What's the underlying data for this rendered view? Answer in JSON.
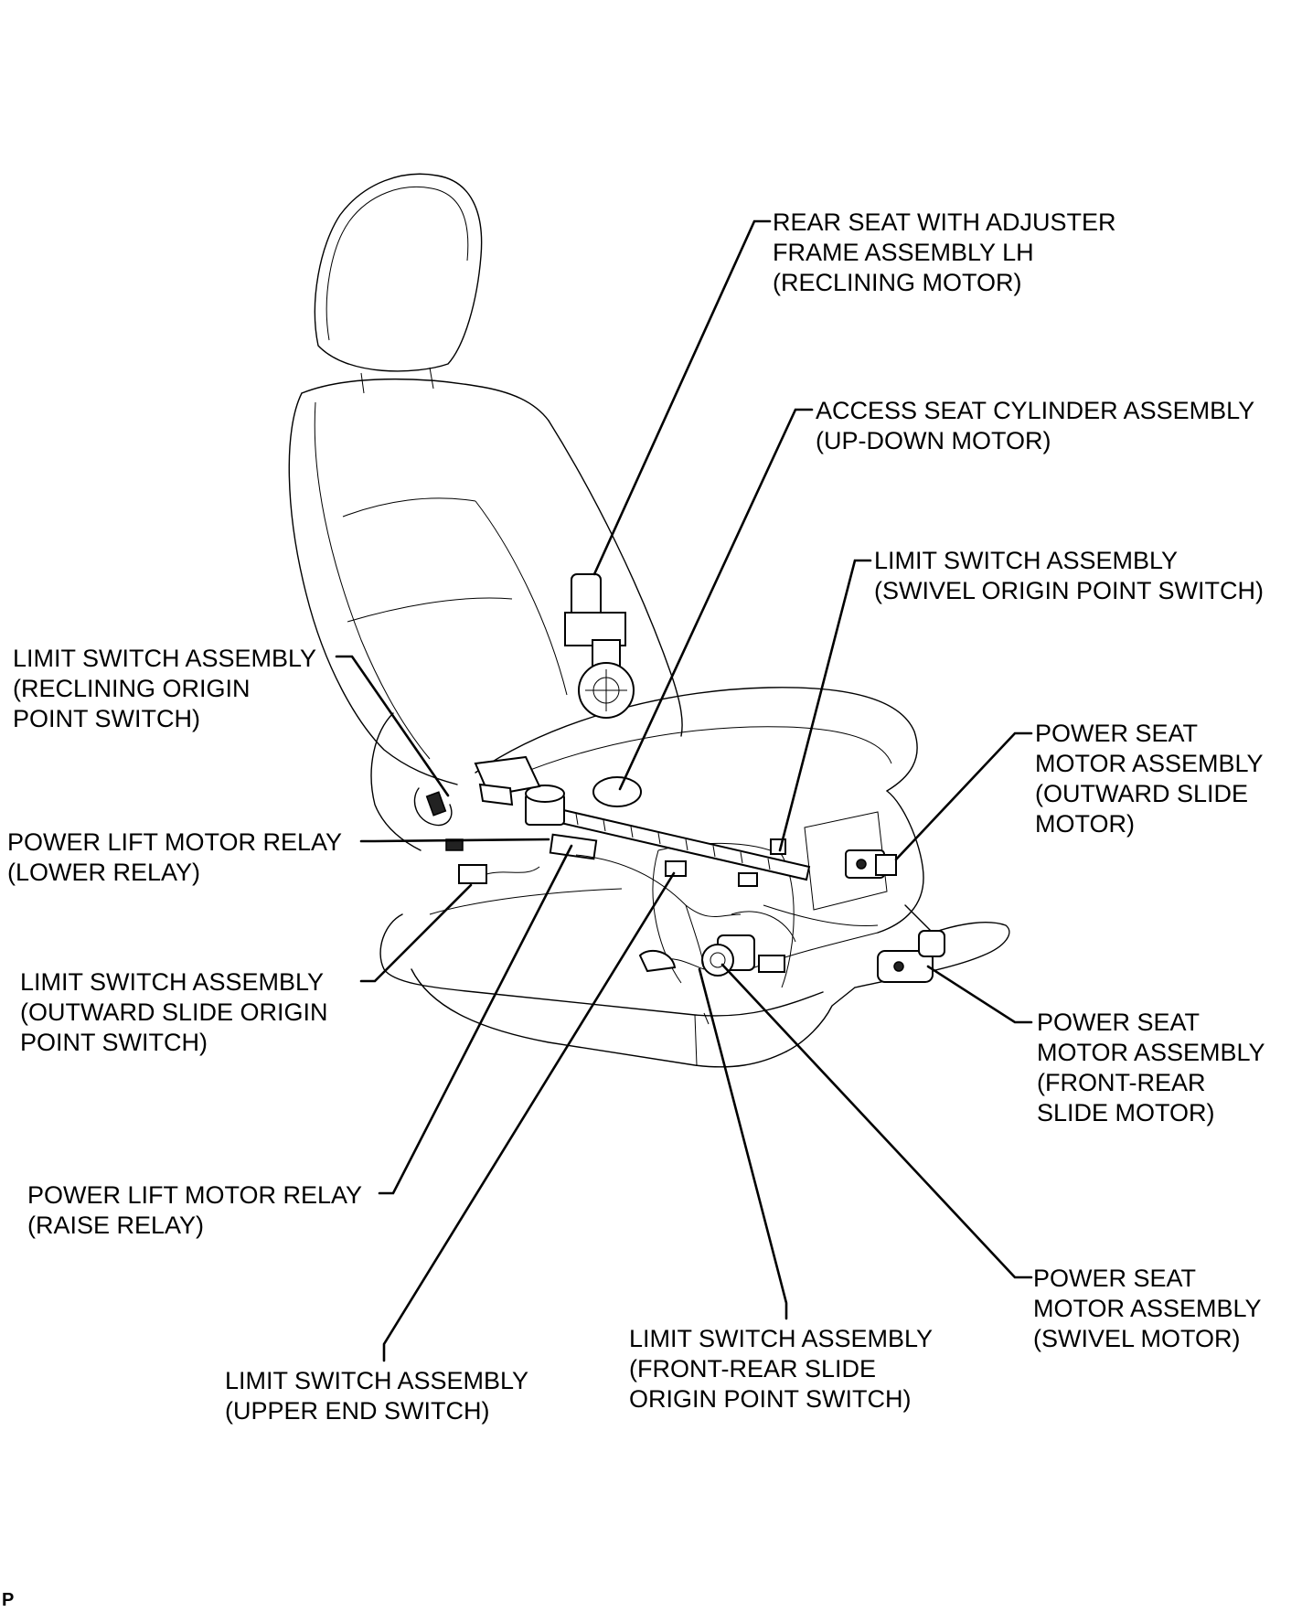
{
  "figure_code": "P",
  "callouts": [
    {
      "id": "reclining-motor",
      "lines": [
        "REAR SEAT WITH ADJUSTER",
        "FRAME ASSEMBLY LH",
        "(RECLINING MOTOR)"
      ]
    },
    {
      "id": "up-down-motor",
      "lines": [
        "ACCESS SEAT CYLINDER ASSEMBLY",
        "(UP-DOWN MOTOR)"
      ]
    },
    {
      "id": "swivel-origin-switch",
      "lines": [
        "LIMIT SWITCH ASSEMBLY",
        "(SWIVEL ORIGIN POINT SWITCH)"
      ]
    },
    {
      "id": "reclining-origin-switch",
      "lines": [
        "LIMIT SWITCH ASSEMBLY",
        "(RECLINING ORIGIN",
        "POINT SWITCH)"
      ]
    },
    {
      "id": "outward-slide-motor",
      "lines": [
        "POWER SEAT",
        "MOTOR ASSEMBLY",
        "(OUTWARD SLIDE",
        "MOTOR)"
      ]
    },
    {
      "id": "lower-relay",
      "lines": [
        "POWER LIFT MOTOR RELAY",
        "(LOWER RELAY)"
      ]
    },
    {
      "id": "outward-slide-origin-switch",
      "lines": [
        "LIMIT SWITCH ASSEMBLY",
        "(OUTWARD SLIDE ORIGIN",
        "POINT SWITCH)"
      ]
    },
    {
      "id": "front-rear-slide-motor",
      "lines": [
        "POWER SEAT",
        "MOTOR ASSEMBLY",
        "(FRONT-REAR",
        "SLIDE MOTOR)"
      ]
    },
    {
      "id": "raise-relay",
      "lines": [
        "POWER LIFT MOTOR RELAY",
        "(RAISE RELAY)"
      ]
    },
    {
      "id": "swivel-motor",
      "lines": [
        "POWER SEAT",
        "MOTOR ASSEMBLY",
        "(SWIVEL MOTOR)"
      ]
    },
    {
      "id": "front-rear-slide-origin-switch",
      "lines": [
        "LIMIT SWITCH ASSEMBLY",
        "(FRONT-REAR SLIDE",
        "ORIGIN POINT SWITCH)"
      ]
    },
    {
      "id": "upper-end-switch",
      "lines": [
        "LIMIT SWITCH ASSEMBLY",
        "(UPPER END SWITCH)"
      ]
    }
  ]
}
